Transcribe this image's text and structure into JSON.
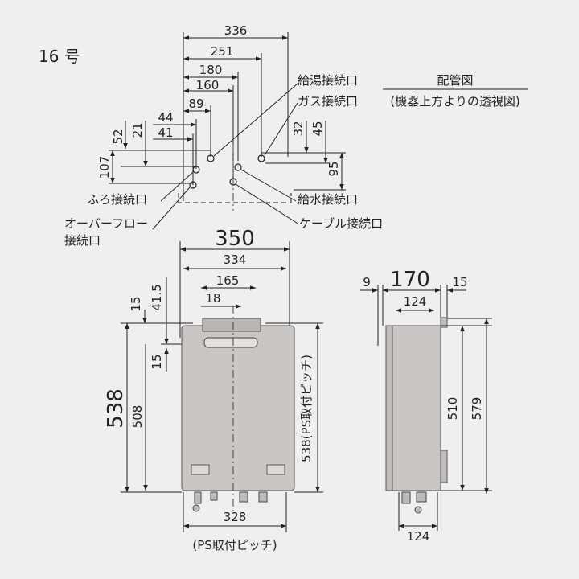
{
  "header": {
    "model": "16 号"
  },
  "piping": {
    "title": "配管図",
    "subtitle": "(機器上方よりの透視図)",
    "dims": {
      "d336": "336",
      "d251": "251",
      "d180": "180",
      "d160": "160",
      "d89": "89",
      "d44": "44",
      "d41": "41",
      "d52": "52",
      "d21": "21",
      "d107": "107",
      "d32": "32",
      "d45": "45",
      "d95": "95"
    },
    "labels": {
      "hot_water": "給湯接続口",
      "gas": "ガス接続口",
      "bath": "ふろ接続口",
      "overflow_1": "オーバーフロー",
      "overflow_2": "接続口",
      "water": "給水接続口",
      "cable": "ケーブル接続口"
    }
  },
  "front": {
    "dims": {
      "width": "350",
      "inner": "334",
      "d165": "165",
      "d18": "18",
      "d41_5": "41.5",
      "d15a": "15",
      "d15b": "15",
      "height": "538",
      "d508": "508",
      "pitch": "538(PS取付ピッチ)",
      "bottom": "328",
      "bottom_note": "(PS取付ピッチ)"
    }
  },
  "side": {
    "dims": {
      "width": "170",
      "left": "9",
      "right": "15",
      "d124_top": "124",
      "d510": "510",
      "d579": "579",
      "d124_bottom": "124"
    }
  }
}
